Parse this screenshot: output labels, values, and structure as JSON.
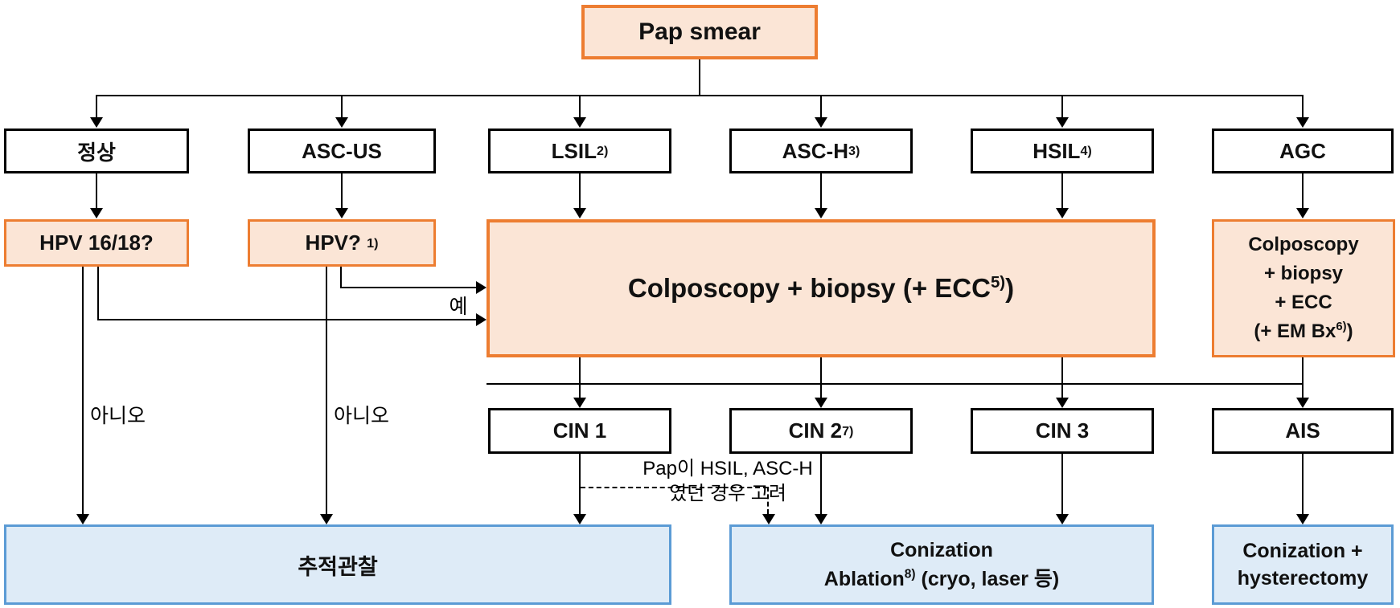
{
  "colors": {
    "orange_border": "#ED7D31",
    "orange_fill": "#FBE5D6",
    "blue_border": "#5B9BD5",
    "blue_fill": "#DEEBF7",
    "line": "#000000"
  },
  "root": {
    "label": "Pap smear"
  },
  "results": [
    {
      "label": "정상",
      "sup": ""
    },
    {
      "label": "ASC-US",
      "sup": ""
    },
    {
      "label": "LSIL",
      "sup": "2)"
    },
    {
      "label": "ASC-H",
      "sup": "3)"
    },
    {
      "label": "HSIL",
      "sup": "4)"
    },
    {
      "label": "AGC",
      "sup": ""
    }
  ],
  "tests": {
    "hpv1618": {
      "label": "HPV 16/18?"
    },
    "hpv": {
      "label": "HPV? ",
      "sup": "1)"
    },
    "colposcopy": {
      "pre": "Colposcopy + biopsy (+ ECC",
      "sup": "5)",
      "post": ")"
    },
    "agc_workup": {
      "line1": "Colposcopy",
      "line2": "+ biopsy",
      "line3": "+ ECC",
      "line4_pre": "(+ EM Bx",
      "line4_sup": "6)",
      "line4_post": ")"
    }
  },
  "edge_labels": {
    "yes": "예",
    "no_left": "아니오",
    "no_right": "아니오"
  },
  "histology": [
    {
      "label": "CIN 1",
      "sup": ""
    },
    {
      "label": "CIN 2",
      "sup": "7)"
    },
    {
      "label": "CIN 3",
      "sup": ""
    },
    {
      "label": "AIS",
      "sup": ""
    }
  ],
  "note": {
    "line1": "Pap이 HSIL, ASC-H",
    "line2": "였던 경우 고려"
  },
  "outcomes": {
    "followup": {
      "label": "추적관찰"
    },
    "conization": {
      "line1": "Conization",
      "line2_pre": "Ablation",
      "line2_sup": "8)",
      "line2_post": " (cryo, laser 등)"
    },
    "hysterectomy": {
      "line1": "Conization +",
      "line2": "hysterectomy"
    }
  }
}
